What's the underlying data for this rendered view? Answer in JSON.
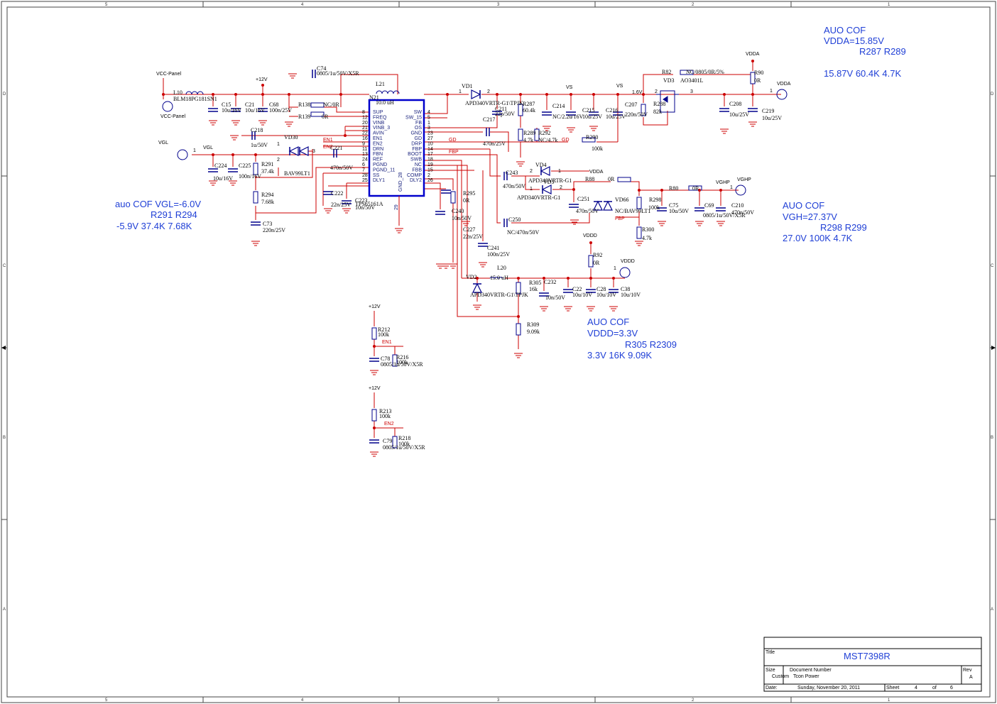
{
  "frame": {
    "cols_top": [
      "5",
      "4",
      "3",
      "2",
      "1"
    ],
    "cols_bottom": [
      "5",
      "4",
      "3",
      "2",
      "1"
    ],
    "rows_left": [
      "D",
      "C",
      "B",
      "A"
    ],
    "rows_right": [
      "D",
      "C",
      "B",
      "A"
    ]
  },
  "notes": {
    "vdda": [
      "AUO  COF",
      "VDDA=15.85V",
      "R287    R289",
      "15.87V     60.4K  4.7K"
    ],
    "vgl": [
      "auo COF     VGL=-6.0V",
      "R291     R294",
      "-5.9V    37.4K  7.68K"
    ],
    "vgh": [
      "AUO COF",
      "VGH=27.37V",
      "R298    R299",
      "27.0V     100K  4.7K"
    ],
    "vddd": [
      "AUO COF",
      "VDDD=3.3V",
      "R305     R2309",
      "3.3V     16K  9.09K"
    ]
  },
  "ic": {
    "ref": "N21",
    "part": "TPS65161A",
    "left_pins": [
      {
        "num": "8",
        "name": "SUP"
      },
      {
        "num": "12",
        "name": "FREQ"
      },
      {
        "num": "20",
        "name": "VINB"
      },
      {
        "num": "21",
        "name": "VINB_3"
      },
      {
        "num": "22",
        "name": "AVIN"
      },
      {
        "num": "16",
        "name": "EN1"
      },
      {
        "num": "9",
        "name": "EN2"
      },
      {
        "num": "11",
        "name": "DRN"
      },
      {
        "num": "13",
        "name": "FBN"
      },
      {
        "num": "24",
        "name": "REF"
      },
      {
        "num": "6",
        "name": "PGND"
      },
      {
        "num": "7",
        "name": "PGND_11"
      },
      {
        "num": "28",
        "name": "SS"
      },
      {
        "num": "25",
        "name": "DLY1"
      }
    ],
    "right_pins": [
      {
        "num": "4",
        "name": "SW"
      },
      {
        "num": "5",
        "name": "SW_15"
      },
      {
        "num": "1",
        "name": "FB"
      },
      {
        "num": "3",
        "name": "OS"
      },
      {
        "num": "23",
        "name": "GND"
      },
      {
        "num": "27",
        "name": "GD"
      },
      {
        "num": "10",
        "name": "DRP"
      },
      {
        "num": "14",
        "name": "FBP"
      },
      {
        "num": "17",
        "name": "BOOT"
      },
      {
        "num": "18",
        "name": "SWB"
      },
      {
        "num": "19",
        "name": "NC"
      },
      {
        "num": "15",
        "name": "FBB"
      },
      {
        "num": "2",
        "name": "COMP"
      },
      {
        "num": "26",
        "name": "DLY2"
      }
    ],
    "gnd_pin": "GND_28",
    "gnd_num": "29"
  },
  "labels": {
    "vcc_panel_top": "VCC-Panel",
    "vcc_panel_conn": "VCC-Panel",
    "p12v_a": "+12V",
    "p12v_b": "+12V",
    "p12v_c": "+12V",
    "vgl": "VGL",
    "vgl_net": "VGL",
    "vgl_pin": "1",
    "vdda": "VDDA",
    "vdda_top": "VDDA",
    "vdda_pin": "1",
    "vghp": "VGHP",
    "vghp_net": "VGHP",
    "vghp_pin": "1",
    "vddd": "VDDD",
    "vddd_top": "VDDD",
    "vddd_pin": "1",
    "vdda_mid": "VDDA",
    "vs_a": "VS",
    "vs_b": "VS",
    "v16": "1.6V",
    "gd_a": "GD",
    "gd_b": "GD",
    "fbp_a": "FBP",
    "fbp_b": "FBP",
    "en1_a": "EN1",
    "en2_a": "EN2",
    "en1_b": "EN1",
    "en2_b": "EN2",
    "pin1": "1",
    "pin2": "2",
    "pin3": "3"
  },
  "parts": {
    "L10": [
      "L10",
      "BLM18PG181SN1"
    ],
    "C15": [
      "C15",
      "10u/16V"
    ],
    "C21": [
      "C21",
      "10u/16V"
    ],
    "C68": [
      "C68",
      "100n/25V"
    ],
    "C74": [
      "C74",
      "0805/1u/50V/X5R"
    ],
    "R138": [
      "R138",
      "NC/0R"
    ],
    "R139": [
      "R139",
      "0R"
    ],
    "L21": [
      "L21",
      "10.0 uH"
    ],
    "C218": [
      "C218",
      "1u/50V"
    ],
    "VD30": [
      "VD30",
      "BAV99LT1"
    ],
    "C221": [
      "C221",
      "470n/50V"
    ],
    "C224": [
      "C224",
      "10u/16V"
    ],
    "C225": [
      "C225",
      "100n/16V"
    ],
    "R291": [
      "R291",
      "37.4k"
    ],
    "R294": [
      "R294",
      "7.68k"
    ],
    "C73": [
      "C73",
      "220n/25V"
    ],
    "C222": [
      "C222",
      "22n/25V"
    ],
    "C223": [
      "C223",
      "10n/50V"
    ],
    "VD1": [
      "VD1",
      "APD340VRTR-G1\\TPJK"
    ],
    "C211": [
      "C211",
      "22p/50V"
    ],
    "R287": [
      "R287",
      "60.4k"
    ],
    "R289": [
      "R289",
      "4.7k"
    ],
    "R292": [
      "R292",
      "NC/4.7k"
    ],
    "C217": [
      "C217",
      "470n/25V"
    ],
    "C214": [
      "C214",
      "NC/2.2u/16V"
    ],
    "C215": [
      "C215",
      "10u/25V"
    ],
    "C216": [
      "C216",
      "10u/25V"
    ],
    "C207": [
      "C207",
      "220n/50V"
    ],
    "R290": [
      "R290",
      "100k"
    ],
    "R288": [
      "R288",
      "82k"
    ],
    "R82": [
      "R82",
      "NC/0805/0R/5%"
    ],
    "VD3": [
      "VD3",
      "AO3401L"
    ],
    "R90": [
      "R90",
      "0R"
    ],
    "C208": [
      "C208",
      "10u/25V"
    ],
    "C219": [
      "C219",
      "10u/25V"
    ],
    "VD4": [
      "VD4",
      "APD340VRTR-G1"
    ],
    "VD5": [
      "VD5",
      "APD340VRTR-G1"
    ],
    "C243": [
      "C243",
      "470n/50V"
    ],
    "R88": [
      "R88",
      "0R"
    ],
    "C251": [
      "C251",
      "470n/50V"
    ],
    "VD66": [
      "VD66",
      "NC/BAV99LT1"
    ],
    "R298": [
      "R298",
      "100k"
    ],
    "R300": [
      "R300",
      "4.7k"
    ],
    "R80": [
      "R80",
      "0R"
    ],
    "C75": [
      "C75",
      "10u/50V"
    ],
    "C69": [
      "C69",
      "0805/1u/50V/X5R"
    ],
    "C210": [
      "C210",
      "470n/50V"
    ],
    "C250": [
      "C250",
      "NC/470n/50V"
    ],
    "R295": [
      "R295",
      "0R"
    ],
    "C240": [
      "C240",
      "10n/50V"
    ],
    "C227": [
      "C227",
      "22n/25V"
    ],
    "C241": [
      "C241",
      "100n/25V"
    ],
    "L20": [
      "L20",
      "15.0 uH"
    ],
    "VD2": [
      "VD2",
      "APD340VRTR-G1\\TPJK"
    ],
    "R305": [
      "R305",
      "16k"
    ],
    "C232": [
      "C232",
      "10n/50V"
    ],
    "C22": [
      "C22",
      "10u/10V"
    ],
    "C28": [
      "C28",
      "10u/10V"
    ],
    "C38": [
      "C38",
      "10u/10V"
    ],
    "R92": [
      "R92",
      "0R"
    ],
    "R309": [
      "R309",
      "9.09k"
    ],
    "R212": [
      "R212",
      "100k"
    ],
    "R216": [
      "R216",
      "100k"
    ],
    "C78": [
      "C78",
      "0805/1u/50V/X5R"
    ],
    "R213": [
      "R213",
      "100k"
    ],
    "R218": [
      "R218",
      "100k"
    ],
    "C79": [
      "C79",
      "0805/1u/50V/X5R"
    ]
  },
  "title_block": {
    "title_label": "Title",
    "title": "MST7398R",
    "size_label": "Size",
    "size": "Custom",
    "docnum_label": "Document Number",
    "docnum": "Tcon Power",
    "rev_label": "Rev",
    "rev": "A",
    "date_label": "Date:",
    "date": "Sunday, November 20, 2011",
    "sheet_label": "Sheet",
    "sheet": "4",
    "of_label": "of",
    "of": "6"
  },
  "colors": {
    "wire": "#cc0000",
    "ink": "#000000",
    "ic_border": "#0000cc",
    "note": "#1f3fd6",
    "component": "#00008b"
  }
}
